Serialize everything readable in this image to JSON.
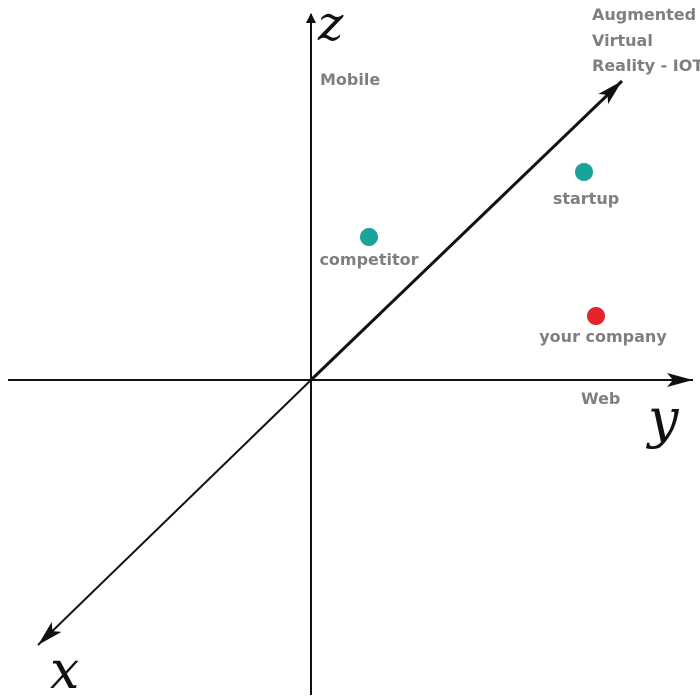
{
  "axes": {
    "z_letter": "z",
    "y_letter": "y",
    "x_letter": "x",
    "z_desc": "Mobile",
    "y_desc": "Web",
    "diag_lines": [
      "Augmented",
      "Virtual",
      "Reality - IOT"
    ]
  },
  "colors": {
    "axis": "#111111",
    "label": "#7f7f7f",
    "teal": "#1aa39a",
    "red": "#e3242b"
  },
  "points": [
    {
      "label": "competitor",
      "color": "#1aa39a"
    },
    {
      "label": "startup",
      "color": "#1aa39a"
    },
    {
      "label": "your company",
      "color": "#e3242b"
    }
  ]
}
